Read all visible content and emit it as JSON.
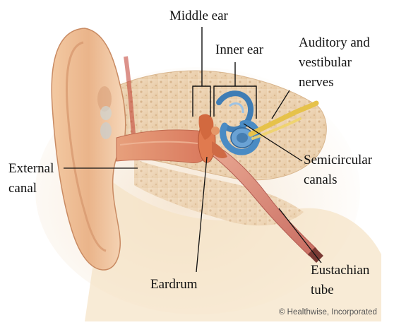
{
  "labels": {
    "middle_ear": "Middle ear",
    "inner_ear": "Inner ear",
    "nerves_line1": "Auditory and",
    "nerves_line2": "vestibular",
    "nerves_line3": "nerves",
    "external_line1": "External",
    "external_line2": "canal",
    "semicircular_line1": "Semicircular",
    "semicircular_line2": "canals",
    "eardrum": "Eardrum",
    "eustachian_line1": "Eustachian",
    "eustachian_line2": "tube"
  },
  "credit": "© Healthwise, Incorporated"
}
